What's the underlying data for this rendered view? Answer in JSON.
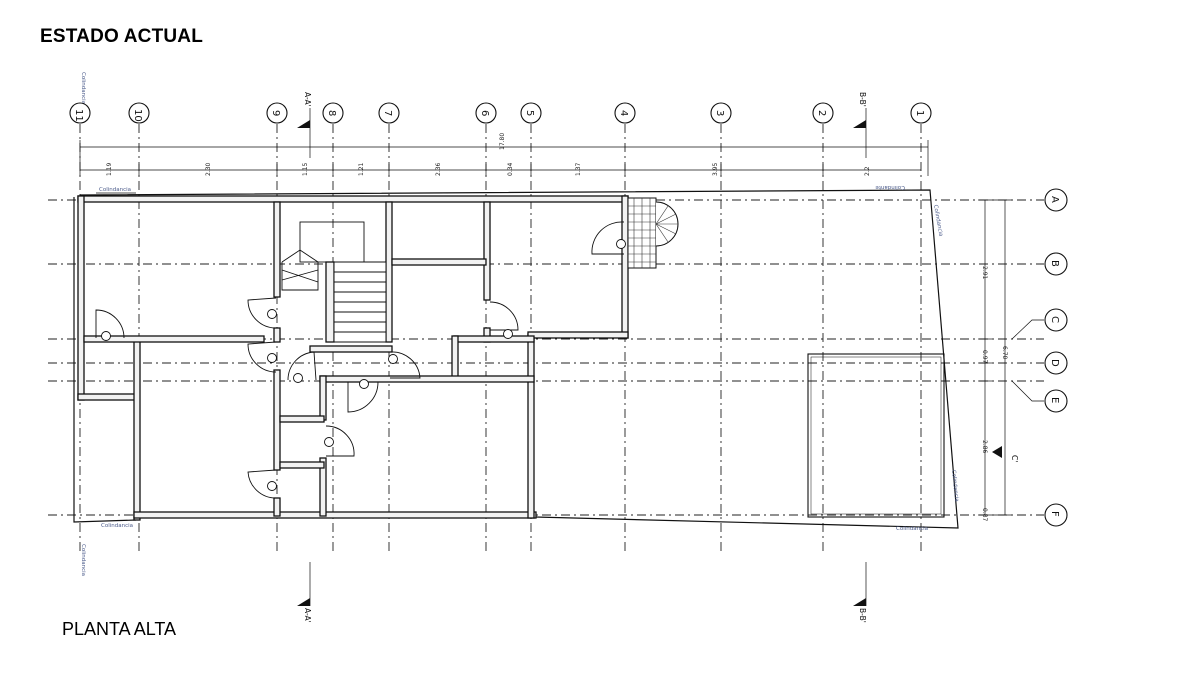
{
  "title": "ESTADO ACTUAL",
  "subtitle": "PLANTA ALTA",
  "vertical_axes": [
    "11",
    "10",
    "9",
    "8",
    "7",
    "6",
    "5",
    "4",
    "3",
    "2",
    "1"
  ],
  "horizontal_axes": [
    "A",
    "B",
    "C",
    "D",
    "E",
    "F"
  ],
  "section_marks": {
    "a": "A-A'",
    "b": "B-B'",
    "c": "C'"
  },
  "dimensions_top": {
    "total": "17.80",
    "segments": [
      "1.19",
      "2.30",
      "1.15",
      "1.21",
      "2.36",
      "0.34",
      "1.37",
      "3.95",
      "2.2"
    ]
  },
  "dimensions_right": {
    "total": "6.70",
    "segments": [
      "2.91",
      "0.97",
      "2.86",
      "0.87"
    ]
  },
  "annotations": {
    "colindancia": "Colindancia",
    "colindante": "Colindante"
  }
}
